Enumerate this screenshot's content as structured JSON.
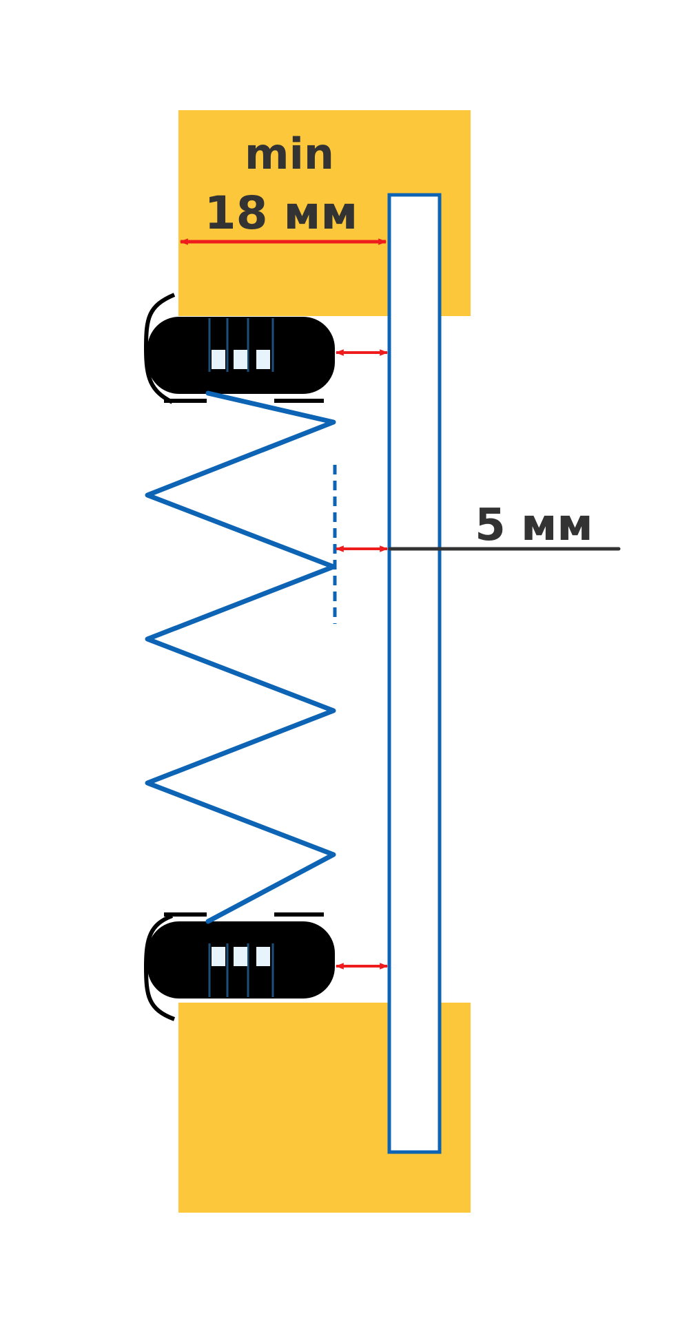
{
  "labels": {
    "min_label": "min",
    "width_label": "18 мм",
    "gap_label": "5 мм"
  },
  "colors": {
    "wall": "#fcc73a",
    "glass_outline": "#0d63b4",
    "spring": "#0d63b4",
    "arrow": "#ee1c1c",
    "leader": "#333333",
    "roller": "#000000",
    "roller_inner": "#e8f4fb",
    "text": "#333333"
  },
  "icons": {
    "top_roller": "roller-shoe-icon",
    "bottom_roller": "roller-shoe-icon"
  }
}
